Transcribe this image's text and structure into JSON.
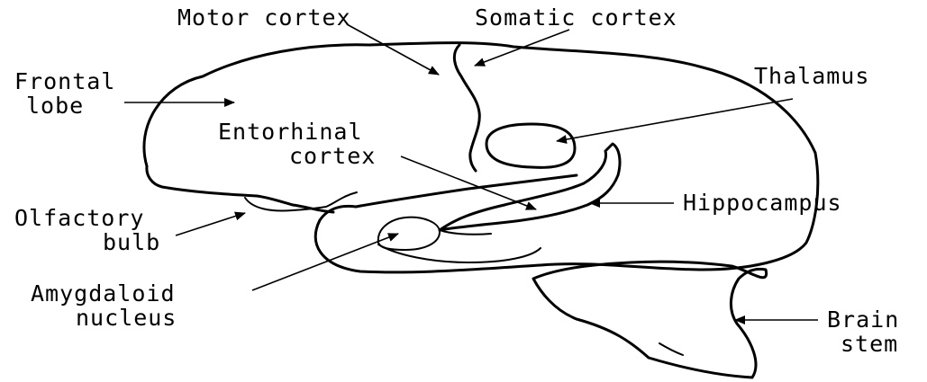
{
  "labels": {
    "motor_cortex": "Motor cortex",
    "somatic_cortex": "Somatic cortex",
    "frontal_lobe": [
      "Frontal",
      "lobe"
    ],
    "thalamus": "Thalamus",
    "entorhinal_cortex": [
      "Entorhinal",
      "cortex"
    ],
    "hippocampus": "Hippocampus",
    "olfactory_bulb": [
      "Olfactory",
      "bulb"
    ],
    "amygdaloid_nucleus": [
      "Amygdaloid",
      "nucleus"
    ],
    "brain_stem": [
      "Brain",
      "stem"
    ]
  }
}
